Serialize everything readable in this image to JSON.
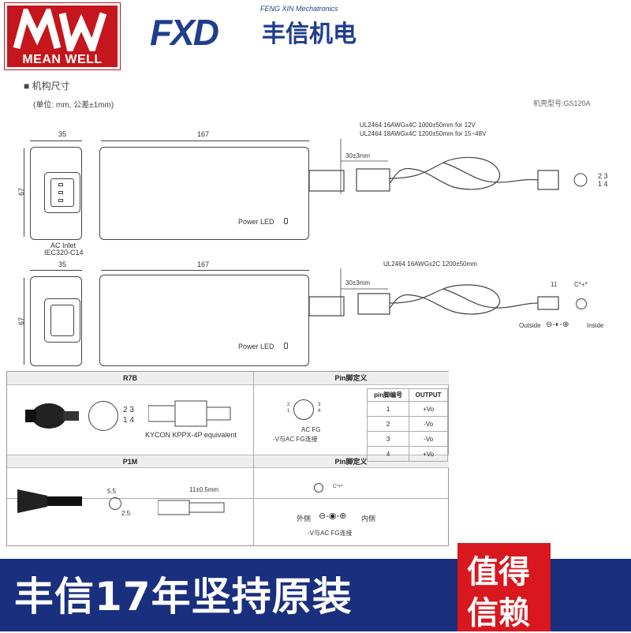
{
  "brand": {
    "meanwell_name": "MEAN WELL",
    "fxd_letters": "FXD",
    "fxd_en": "FENG XIN Mechatronics",
    "fxd_cn": "丰信机电"
  },
  "section": {
    "title": "■ 机构尺寸",
    "units": "(单位: mm, 公差±1mm)",
    "model": "机壳型号:GS120A"
  },
  "drawing1": {
    "dim_width": "35",
    "dim_length": "167",
    "dim_height": "67",
    "cable_spec1": "UL2464 16AWGx4C 1000±50mm for 12V",
    "cable_spec2": "UL2464 18AWGx4C 1200±50mm for 15~48V",
    "dim_30": "30±3mm",
    "power_led": "Power LED",
    "ac_inlet1": "AC Inlet",
    "ac_inlet2": "IEC320-C14",
    "pins_top": "2 3",
    "pins_bot": "1 4"
  },
  "drawing2": {
    "dim_width": "35",
    "dim_length": "167",
    "dim_height": "67",
    "cable_spec": "UL2464 16AWGx2C 1200±50mm",
    "dim_30": "30±3mm",
    "dim_11": "11",
    "plug_label": "C*+*",
    "outside": "Outside",
    "inside": "Inside",
    "power_led": "Power LED"
  },
  "table": {
    "r7b_header": "R7B",
    "pin_header1": "Pin脚定义",
    "kycon": "KYCON KPPX-4P equivalent",
    "pins_top": "2 3",
    "pins_bot": "1 4",
    "pin_def_small": {
      "n2": "2",
      "n3": "3",
      "n1": "1",
      "n4": "4",
      "acfg": "AC FG",
      "note": "-V与AC FG连接"
    },
    "pin_table": {
      "col1": "pin脚编号",
      "col2": "OUTPUT",
      "rows": [
        [
          "1",
          "+Vo"
        ],
        [
          "2",
          "-Vo"
        ],
        [
          "3",
          "-Vo"
        ],
        [
          "4",
          "+Vo"
        ]
      ]
    },
    "p1m_header": "P1M",
    "pin_header2": "Pin脚定义",
    "p1m": {
      "d55": "5.5",
      "d25": "2.5",
      "d11": "11±0.5mm",
      "plug": "C*+*",
      "outside": "外侧",
      "inside": "内侧",
      "note": "-V与AC FG连接"
    }
  },
  "banner": {
    "main": "丰信17年坚持原装",
    "line1": "值得",
    "line2": "信赖"
  },
  "colors": {
    "meanwell_red": "#c4161c",
    "fxd_blue": "#1f3e8c",
    "banner_blue": "#1a2f7e",
    "banner_red": "#d8171f"
  }
}
